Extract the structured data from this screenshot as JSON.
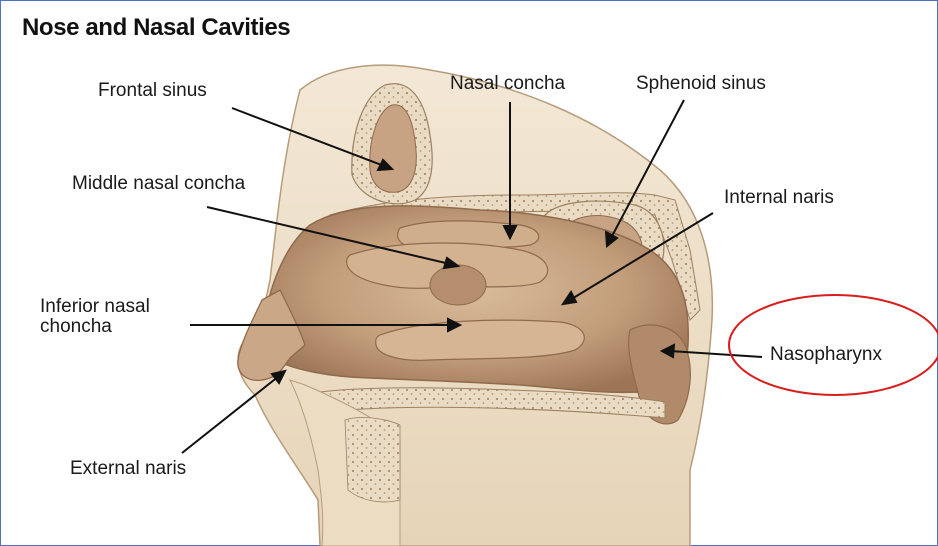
{
  "title": "Nose and Nasal Cavities",
  "labels": {
    "frontal_sinus": "Frontal sinus",
    "nasal_concha": "Nasal concha",
    "sphenoid_sinus": "Sphenoid sinus",
    "middle_nasal_concha": "Middle nasal concha",
    "internal_naris": "Internal naris",
    "inferior_nasal_line1": "Inferior nasal",
    "inferior_nasal_line2": "choncha",
    "nasopharynx": "Nasopharynx",
    "external_naris": "External naris"
  },
  "colors": {
    "frame_border": "#4a73c4",
    "tissue": "#c9a886",
    "tissue_dark": "#8f6a4c",
    "bone": "#eadcc4",
    "highlight_ellipse": "#d91c1c"
  }
}
